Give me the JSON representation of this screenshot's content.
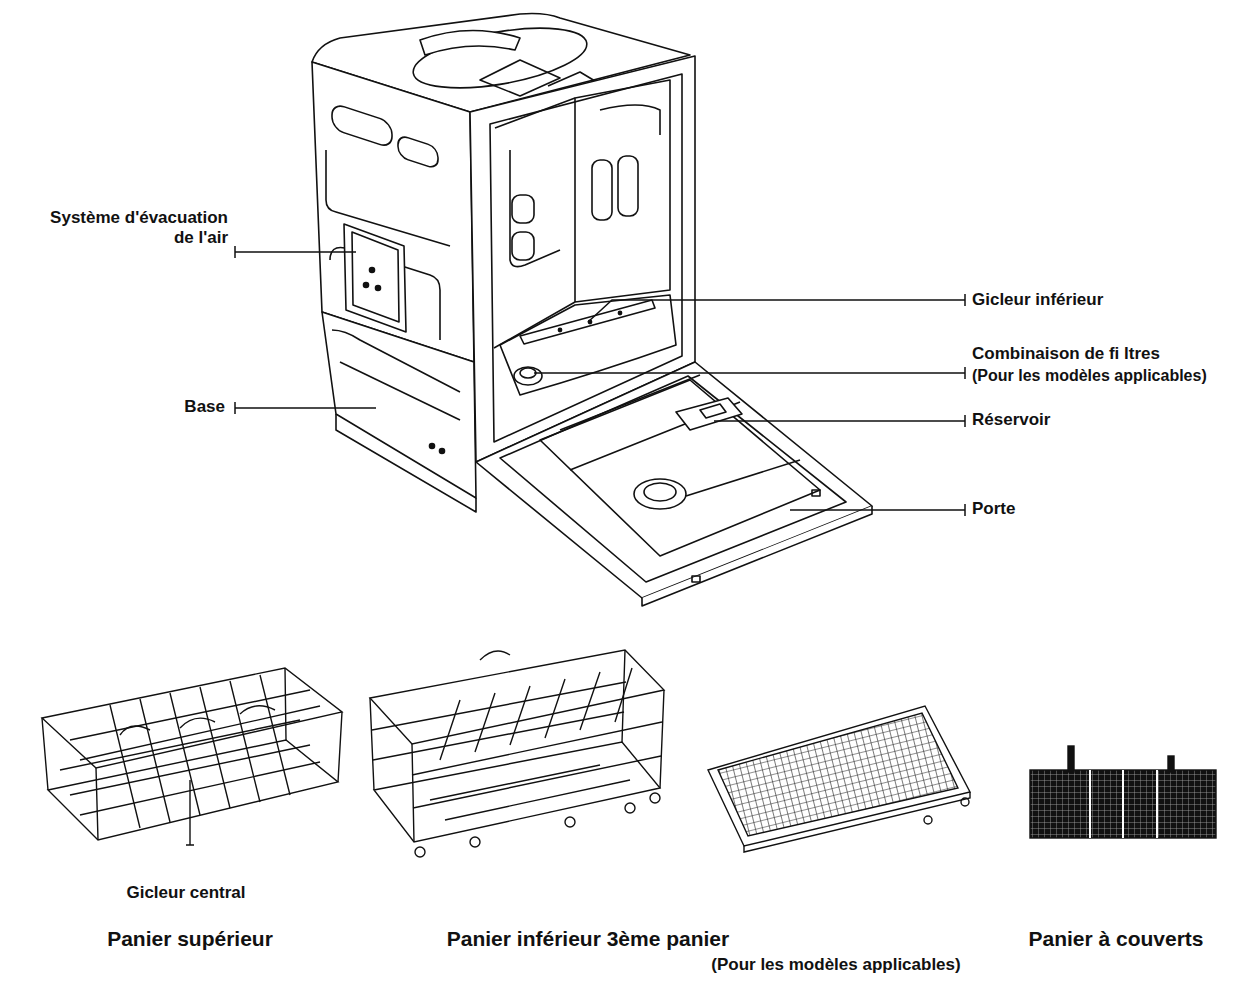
{
  "diagram": {
    "labels": [
      "Système d'évacuation de l'air",
      "Base",
      "Gicleur inférieur",
      "Combinaison de fi ltres",
      "(Pour les modèles applicables)",
      "Réservoir",
      "Porte",
      "Gicleur central",
      "Panier supérieur",
      "Panier inférieur 3ème panier",
      "(Pour les modèles applicables)",
      "Panier à couverts"
    ]
  }
}
